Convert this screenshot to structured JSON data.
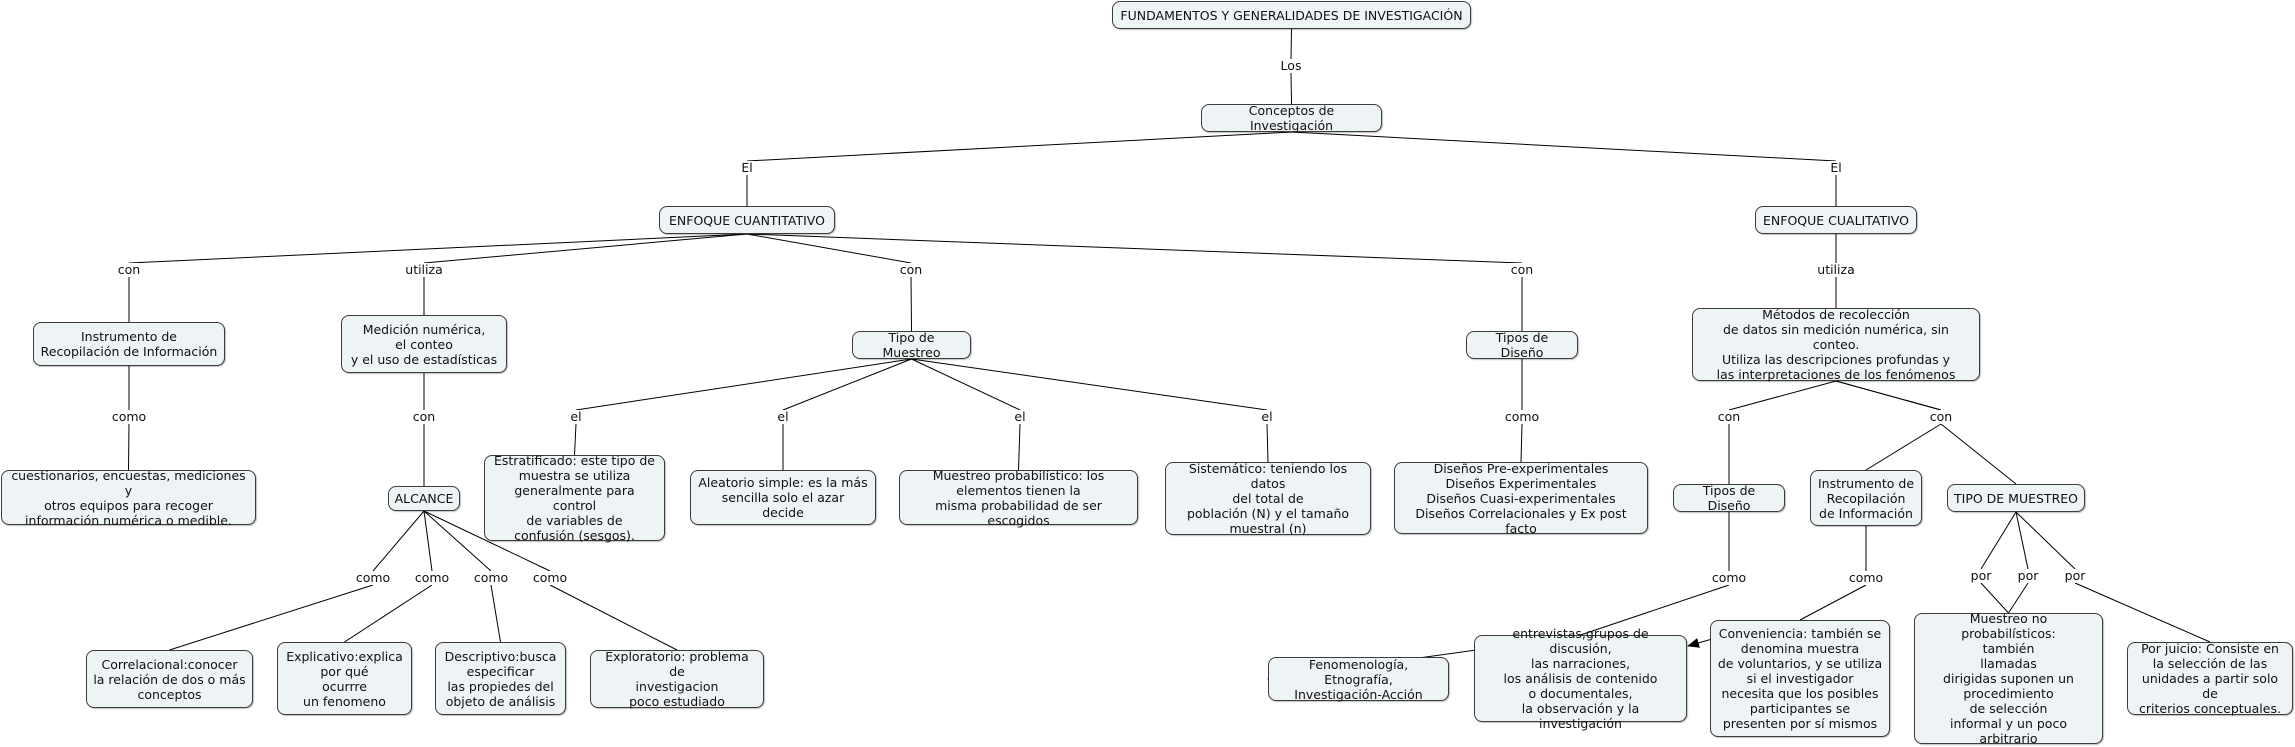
{
  "concepts": {
    "root": "FUNDAMENTOS Y GENERALIDADES DE INVESTIGACIÓN",
    "conceptos": "Conceptos de Investigación",
    "enfoque_cuant": "ENFOQUE CUANTITATIVO",
    "enfoque_cual": "ENFOQUE CUALITATIVO",
    "instr_cuant": "Instrumento de\nRecopilación de Información",
    "medicion": "Medición numérica,\nel conteo\ny el uso de estadísticas",
    "tipo_muestreo": "Tipo de Muestreo",
    "tipos_diseno_cuant": "Tipos de Diseño",
    "metodos": "Métodos de recolección\nde datos sin medición numérica, sin conteo.\nUtiliza las descripciones profundas y\nlas interpretaciones de los fenómenos",
    "cuestionarios": "cuestionarios, encuestas, mediciones y\notros equipos para recoger\ninformación numérica o medible.",
    "alcance": "ALCANCE",
    "estratificado": "Estratificado: este tipo de\nmuestra se utiliza\ngeneralmente para control\nde variables de\nconfusión (sesgos).",
    "aleatorio": "Aleatorio simple: es la más\nsencilla solo el azar\ndecide",
    "probabilistico": "Muestreo probabilístico: los\nelementos tienen la\nmisma probabilidad de ser escogidos",
    "sistematico": "Sistemático: teniendo los datos\ndel total de\npoblación (N) y el tamaño\nmuestral (n)",
    "disenos_cuant": "Diseños Pre-experimentales\nDiseños Experimentales\nDiseños Cuasi-experimentales\nDiseños Correlacionales y Ex post facto",
    "tipos_diseno_cual": "Tipos de Diseño",
    "instr_cual": "Instrumento de\nRecopilación\nde Información",
    "tipo_muestreo_cual": "TIPO DE MUESTREO",
    "correlacional": "Correlacional:conocer\nla relación de dos o más\nconceptos",
    "explicativo": "Explicativo:explica\npor qué\nocurrre\nun fenomeno",
    "descriptivo": "Descriptivo:busca\nespecificar\nlas propiedes del\nobjeto de análisis",
    "exploratorio": "Exploratorio: problema de\ninvestigacion\npoco estudiado",
    "fenomenologia": "Fenomenología, Etnografía,\nInvestigación-Acción",
    "entrevistas": "entrevistas,grupos de discusión,\nlas narraciones,\nlos análisis de contenido\no documentales,\nla observación y la investigación",
    "conveniencia": "Conveniencia: también se\ndenomina muestra\nde voluntarios, y se utiliza\nsi el investigador\nnecesita que los posibles\nparticipantes se\npresenten por sí mismos",
    "no_probabilistico": "Muestreo no probabilísticos:\ntambién\nllamadas\ndirigidas suponen un\nprocedimiento\nde selección\ninformal y un poco\narbitrario",
    "por_juicio": "Por juicio: Consiste en\nla selección de las\nunidades a partir solo de\ncriterios conceptuales."
  },
  "linking_phrases": {
    "los": "Los",
    "el_left": "El",
    "el_right": "El",
    "con_instr": "con",
    "utiliza_cuant": "utiliza",
    "con_muestreo": "con",
    "con_diseno": "con",
    "utiliza_cual": "utiliza",
    "como_instr": "como",
    "con_alcance": "con",
    "el_estrat": "el",
    "el_aleat": "el",
    "el_prob": "el",
    "el_sist": "el",
    "como_diseno": "como",
    "con_tipos_cual": "con",
    "con_instr_cual": "con",
    "como_corr": "como",
    "como_expl": "como",
    "como_desc": "como",
    "como_expl2": "como",
    "como_tipos_cual": "como",
    "como_instr_cual": "como",
    "por_1": "por",
    "por_2": "por",
    "por_3": "por"
  }
}
